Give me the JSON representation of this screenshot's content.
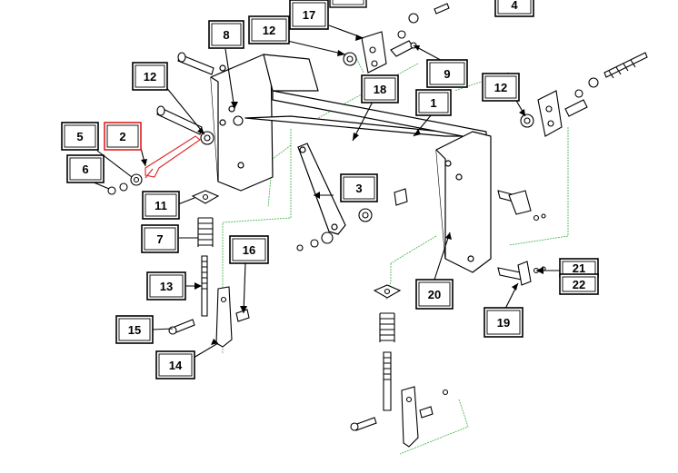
{
  "diagram": {
    "highlight_color": "#e02020",
    "line_color": "#000000",
    "guide_color": "#3cb043",
    "highlighted_part": "2",
    "callouts": [
      {
        "id": "c1",
        "label": "1"
      },
      {
        "id": "c2",
        "label": "2"
      },
      {
        "id": "c3",
        "label": "3"
      },
      {
        "id": "c4",
        "label": "4"
      },
      {
        "id": "c5",
        "label": "5"
      },
      {
        "id": "c6",
        "label": "6"
      },
      {
        "id": "c7",
        "label": "7"
      },
      {
        "id": "c8",
        "label": "8"
      },
      {
        "id": "c9",
        "label": "9"
      },
      {
        "id": "c11",
        "label": "11"
      },
      {
        "id": "c12a",
        "label": "12"
      },
      {
        "id": "c12b",
        "label": "12"
      },
      {
        "id": "c12c",
        "label": "12"
      },
      {
        "id": "c13",
        "label": "13"
      },
      {
        "id": "c14",
        "label": "14"
      },
      {
        "id": "c15",
        "label": "15"
      },
      {
        "id": "c16",
        "label": "16"
      },
      {
        "id": "c17",
        "label": "17"
      },
      {
        "id": "c18",
        "label": "18"
      },
      {
        "id": "c19",
        "label": "19"
      },
      {
        "id": "c20",
        "label": "20"
      },
      {
        "id": "c21",
        "label": "21"
      },
      {
        "id": "c22",
        "label": "22"
      }
    ]
  }
}
